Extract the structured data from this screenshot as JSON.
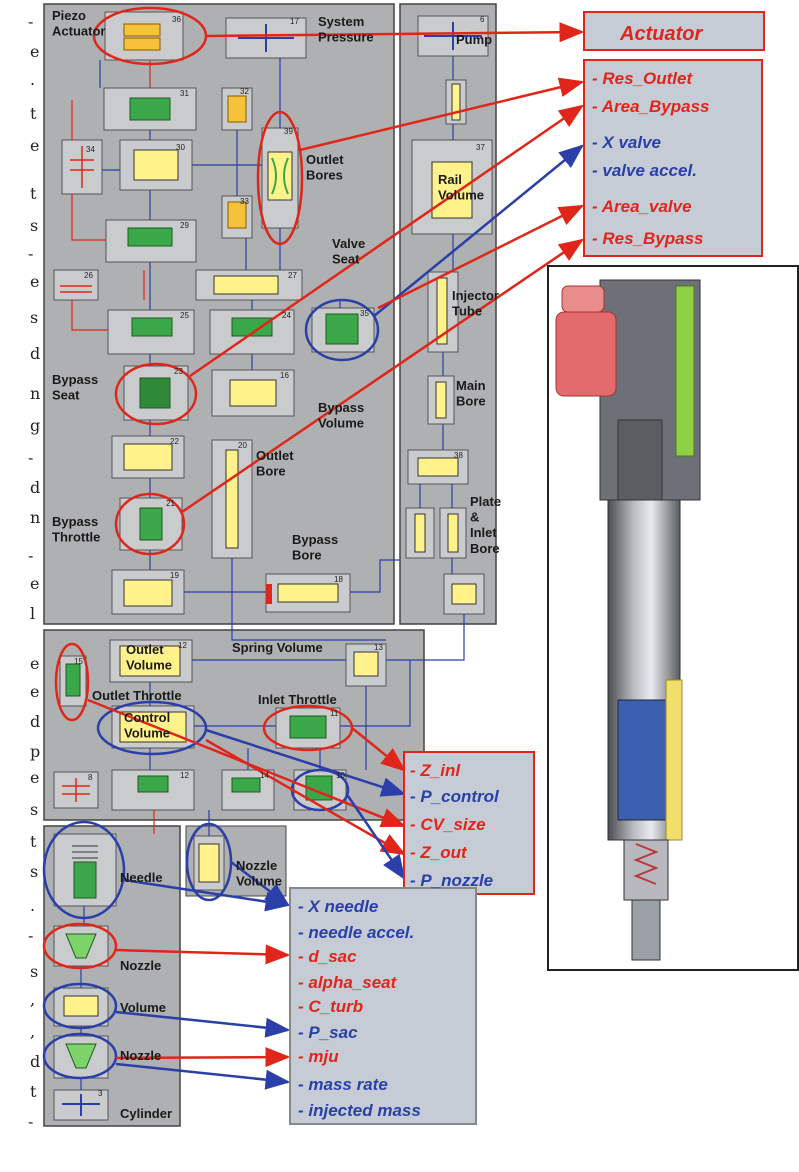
{
  "margin_left": [
    "-",
    "e",
    ".",
    "t",
    "e",
    "t",
    "s",
    "-",
    "e",
    "s",
    "d",
    "n",
    "g",
    "-",
    "d",
    "n",
    "-",
    "e",
    "l",
    "e",
    "e",
    "d",
    "p",
    "e",
    "s",
    "t",
    "s",
    ".",
    "-",
    "s",
    ",",
    ",",
    "d",
    "t",
    "-"
  ],
  "blocks": {
    "piezo_actuator": "Piezo Actuator",
    "system_pressure": "System Pressure",
    "pump": "Pump",
    "outlet_bores": "Outlet Bores",
    "valve_seat": "Valve Seat",
    "rail_volume": "Rail Volume",
    "injector_tube": "Injector Tube",
    "main_bore": "Main Bore",
    "bypass_seat": "Bypass Seat",
    "bypass_volume": "Bypass Volume",
    "outlet_bore": "Outlet Bore",
    "plate_inlet_bore": "Plate & Inlet Bore",
    "bypass_throttle": "Bypass Throttle",
    "bypass_bore": "Bypass Bore",
    "outlet_volume": "Outlet Volume",
    "spring_volume": "Spring Volume",
    "outlet_throttle": "Outlet Throttle",
    "inlet_throttle": "Inlet Throttle",
    "control_volume": "Control Volume",
    "needle": "Needle",
    "nozzle_volume": "Nozzle Volume",
    "nozzle1": "Nozzle",
    "volume": "Volume",
    "nozzle2": "Nozzle",
    "cylinder": "Cylinder"
  },
  "block_numbers": {
    "n36": "36",
    "n17": "17",
    "n6": "6",
    "n31": "31",
    "n32": "32",
    "n39": "39",
    "n30": "30",
    "n37": "37",
    "n34": "34",
    "n33": "33",
    "n29": "29",
    "n27": "27",
    "n26": "26",
    "n25": "25",
    "n24": "24",
    "n35": "35",
    "n23": "23",
    "n16": "16",
    "n22": "22",
    "n20": "20",
    "n38": "38",
    "n21": "21",
    "n19": "19",
    "n18": "18",
    "n12": "12",
    "n13": "13",
    "n15": "15",
    "n11": "11",
    "n8": "8",
    "n12b": "12",
    "n14": "14",
    "n10": "10",
    "n3": "3"
  },
  "params": {
    "actuator": "Actuator",
    "res_outlet": "- Res_Outlet",
    "area_bypass": "- Area_Bypass",
    "x_valve": "- X valve",
    "valve_accel": "- valve accel.",
    "area_valve": "- Area_valve",
    "res_bypass": "- Res_Bypass",
    "z_inl": "- Z_inl",
    "p_control": "- P_control",
    "cv_size": "- CV_size",
    "z_out": "- Z_out",
    "p_nozzle": "- P_nozzle",
    "x_needle": "- X needle",
    "needle_accel": "- needle accel.",
    "d_sac": "- d_sac",
    "alpha_seat": "- alpha_seat",
    "c_turb": "- C_turb",
    "p_sac": "- P_sac",
    "mju": "- mju",
    "mass_rate": "- mass rate",
    "injected_mass": "- injected mass"
  },
  "colors": {
    "red": "#e0261a",
    "blue": "#2a3fa8",
    "panel": "#aeb0b2",
    "component": "#fff28a",
    "green": "#2f9a3a"
  }
}
